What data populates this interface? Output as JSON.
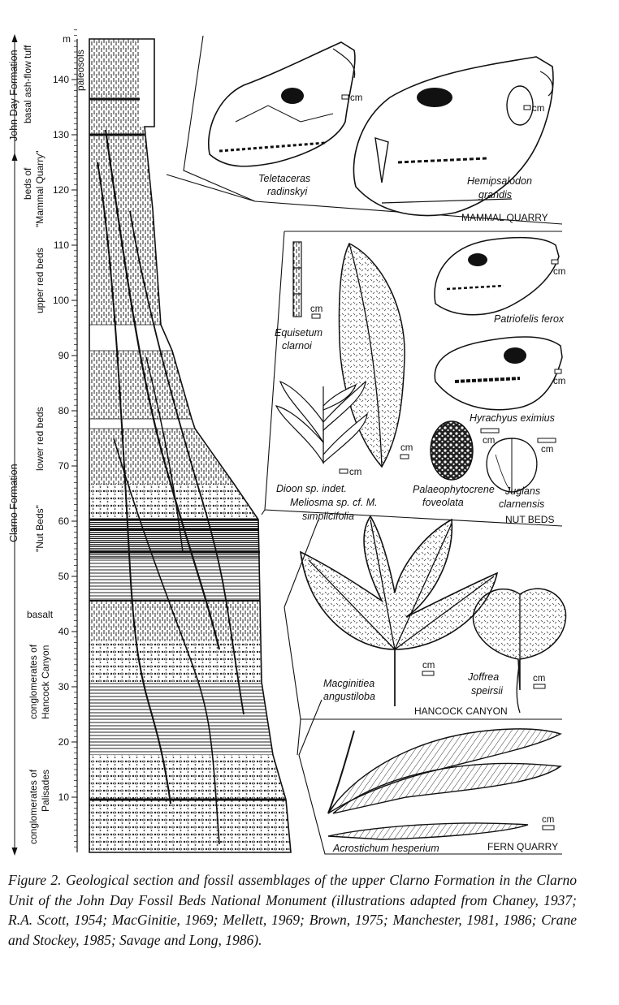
{
  "figure": {
    "unit": "m",
    "depth_ticks": [
      "10",
      "20",
      "30",
      "40",
      "50",
      "60",
      "70",
      "80",
      "90",
      "100",
      "110",
      "120",
      "130",
      "140"
    ],
    "column_header": "paleosols",
    "formations": [
      {
        "label": "John Day Formation"
      },
      {
        "label": "Clarno Formation"
      }
    ],
    "units": [
      {
        "label_lines": [
          "basal ash-flow tuff"
        ]
      },
      {
        "label_lines": [
          "beds of",
          "\"Mammal Quarry\""
        ]
      },
      {
        "label_lines": [
          "upper red beds"
        ]
      },
      {
        "label_lines": [
          "lower red beds"
        ]
      },
      {
        "label_lines": [
          "\"Nut Beds\""
        ]
      },
      {
        "label_lines": [
          "basalt"
        ]
      },
      {
        "label_lines": [
          "conglomerates of",
          "Hancock Canyon"
        ]
      },
      {
        "label_lines": [
          "conglomerates of",
          "Palisades"
        ]
      }
    ],
    "panels": [
      {
        "site": "MAMMAL QUARRY",
        "species": [
          {
            "lines": [
              "Teletaceras",
              "radinskyi"
            ]
          },
          {
            "lines": [
              "Hemipsalodon",
              "grandis"
            ]
          }
        ]
      },
      {
        "site": "NUT BEDS",
        "species": [
          {
            "lines": [
              "Equisetum",
              "clarnoi"
            ]
          },
          {
            "lines": [
              "Patriofelis ferox"
            ]
          },
          {
            "lines": [
              "Hyrachyus eximius"
            ]
          },
          {
            "lines": [
              "Dioon sp. indet."
            ]
          },
          {
            "lines": [
              "Meliosma sp. cf. M.",
              "simplicifolia"
            ]
          },
          {
            "lines": [
              "Palaeophytocrene",
              "foveolata"
            ]
          },
          {
            "lines": [
              "Juglans",
              "clarnensis"
            ]
          }
        ]
      },
      {
        "site": "HANCOCK CANYON",
        "species": [
          {
            "lines": [
              "Macginitiea",
              "angustiloba"
            ]
          },
          {
            "lines": [
              "Joffrea",
              "speirsii"
            ]
          }
        ]
      },
      {
        "site": "FERN QUARRY",
        "species": [
          {
            "lines": [
              "Acrostichum hesperium"
            ]
          }
        ]
      }
    ],
    "scale_label": "cm"
  },
  "caption": "Figure 2. Geological section and fossil assemblages of the upper Clarno Formation in the Clarno Unit of the John Day Fossil Beds National Monument (illustrations adapted from Chaney, 1937; R.A. Scott, 1954; MacGinitie, 1969; Mellett, 1969; Brown, 1975; Manchester, 1981, 1986; Crane and Stockey, 1985; Savage and Long, 1986)."
}
